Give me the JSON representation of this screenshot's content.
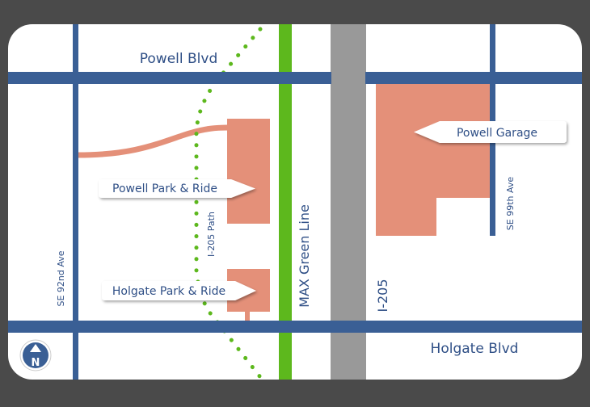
{
  "map": {
    "colors": {
      "frame": "#4a4a4a",
      "land": "#ffffff",
      "road": "#3a5f95",
      "freeway": "#999999",
      "max_line": "#5db81d",
      "path": "#5db81d",
      "parking": "#e49079",
      "label_text": "#2f4f86"
    },
    "streets": {
      "powell_blvd": "Powell Blvd",
      "holgate_blvd": "Holgate Blvd",
      "se_92nd": "SE 92nd Ave",
      "se_99th": "SE 99th Ave",
      "i205": "I-205",
      "max_line": "MAX Green Line",
      "i205_path": "I-205 Path"
    },
    "callouts": {
      "powell_garage": "Powell Garage",
      "powell_park_ride": "Powell Park & Ride",
      "holgate_park_ride": "Holgate Park & Ride"
    },
    "compass": {
      "icon": "north-arrow-icon",
      "label": "N"
    }
  }
}
